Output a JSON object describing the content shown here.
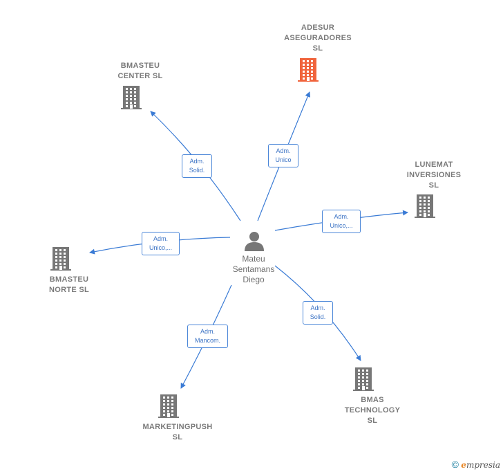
{
  "center": {
    "name": "Mateu\nSentamans\nDiego",
    "icon": "person-icon"
  },
  "companies": [
    {
      "key": "adesur",
      "name": "ADESUR\nASEGURADORES\nSL",
      "icon": "building-icon",
      "color": "#f0643c"
    },
    {
      "key": "bmasteu_center",
      "name": "BMASTEU\nCENTER  SL",
      "icon": "building-icon",
      "color": "#777777"
    },
    {
      "key": "lunemat",
      "name": "LUNEMAT\nINVERSIONES\nSL",
      "icon": "building-icon",
      "color": "#777777"
    },
    {
      "key": "bmasteu_norte",
      "name": "BMASTEU\nNORTE  SL",
      "icon": "building-icon",
      "color": "#777777"
    },
    {
      "key": "bmas_technology",
      "name": "BMAS\nTECHNOLOGY\nSL",
      "icon": "building-icon",
      "color": "#777777"
    },
    {
      "key": "marketingpush",
      "name": "MARKETINGPUSH\nSL",
      "icon": "building-icon",
      "color": "#777777"
    }
  ],
  "edges": [
    {
      "to": "adesur",
      "label": "Adm.\nUnico"
    },
    {
      "to": "bmasteu_center",
      "label": "Adm.\nSolid."
    },
    {
      "to": "lunemat",
      "label": "Adm.\nUnico,..."
    },
    {
      "to": "bmasteu_norte",
      "label": "Adm.\nUnico,..."
    },
    {
      "to": "bmas_technology",
      "label": "Adm.\nSolid."
    },
    {
      "to": "marketingpush",
      "label": "Adm.\nMancom."
    }
  ],
  "colors": {
    "edge": "#3a7bd5",
    "highlight": "#f0643c",
    "building": "#777777",
    "person": "#777777"
  },
  "footer": {
    "copyright": "©",
    "brand_initial": "e",
    "brand_rest": "mpresia"
  }
}
